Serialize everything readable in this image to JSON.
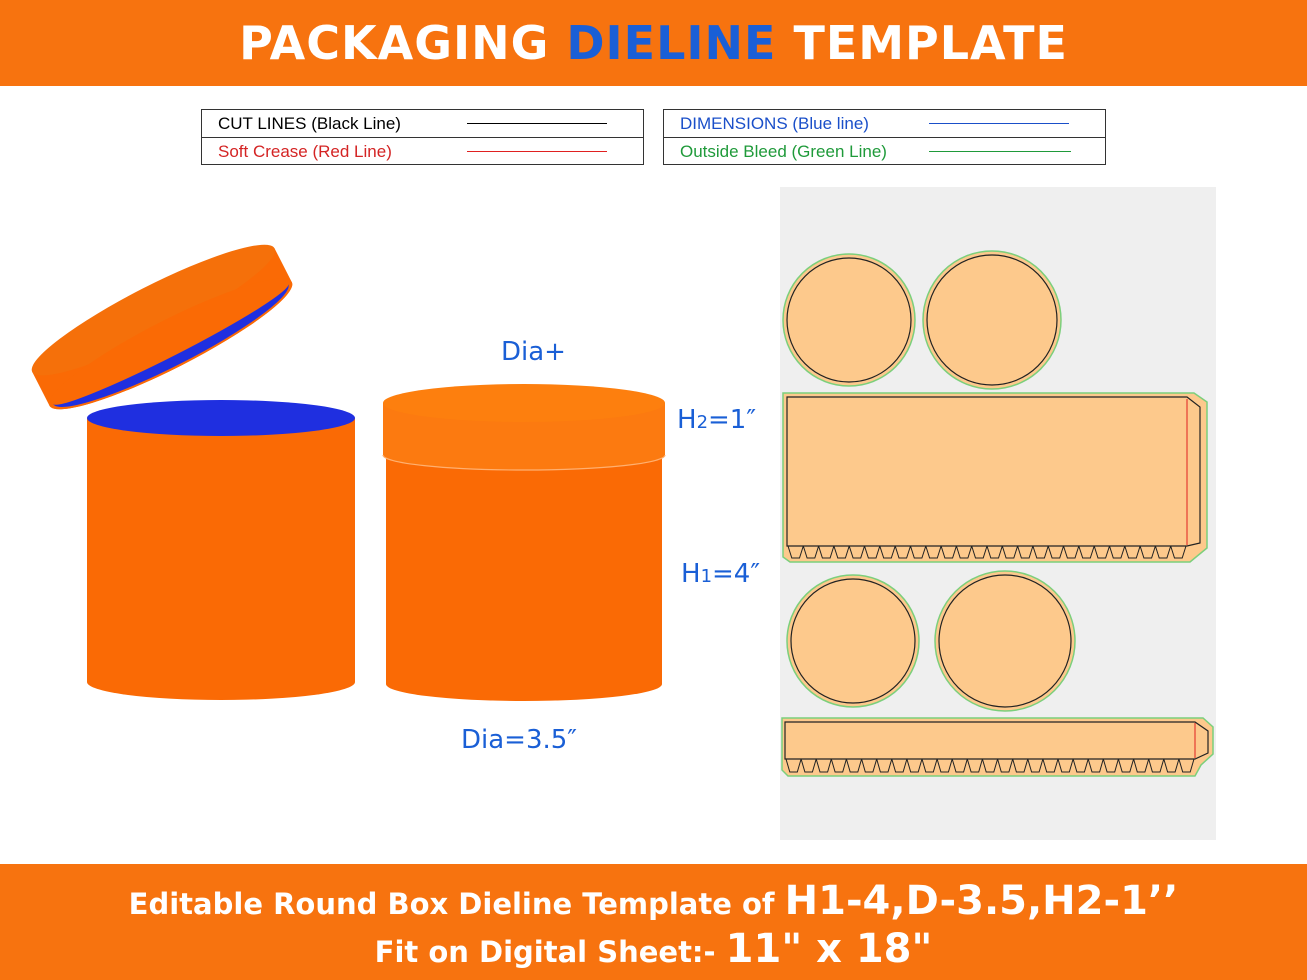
{
  "header": {
    "title_part1": "PACKAGING ",
    "title_highlight": "DIELINE",
    "title_part2": " TEMPLATE"
  },
  "legend": {
    "left": [
      {
        "label": "CUT LINES (Black Line)",
        "color": "#000000"
      },
      {
        "label": "Soft Crease (Red Line)",
        "color": "#e02020"
      }
    ],
    "right": [
      {
        "label": "DIMENSIONS (Blue line)",
        "color": "#1a4fc9"
      },
      {
        "label": "Outside Bleed (Green Line)",
        "color": "#1f9a3a"
      }
    ]
  },
  "dimensions": {
    "dia_plus": "Dia+",
    "h2": {
      "main": "H",
      "sub": "2",
      "rest": "=1″"
    },
    "h1": {
      "main": "H",
      "sub": "1",
      "rest": "=4″"
    },
    "dia": "Dia=3.5″"
  },
  "footer": {
    "line1_text": "Editable Round Box Dieline Template of ",
    "line1_big": "H1-4,D-3.5,H2-1’’",
    "line2_text": "Fit on Digital Sheet:- ",
    "line2_big": "11\" x 18\""
  },
  "colors": {
    "banner": "#f7730f",
    "box_orange": "#fa6a05",
    "box_inside": "#1f2fe0",
    "dieline_fill": "#fdc98c",
    "dimension_blue": "#1a5fd6"
  }
}
